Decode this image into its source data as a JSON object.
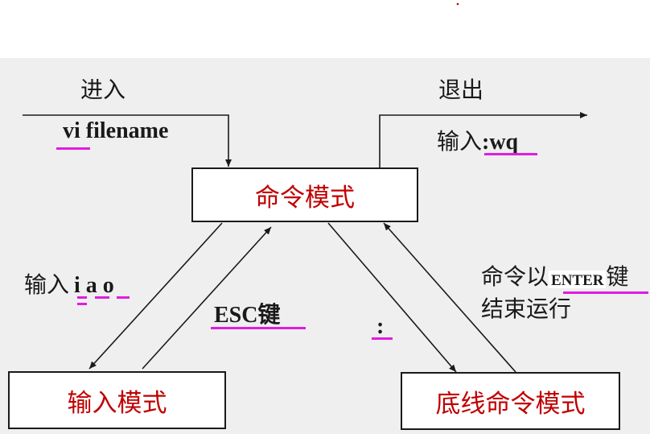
{
  "nodes": {
    "command_mode": "命令模式",
    "insert_mode": "输入模式",
    "lastline_mode": "底线命令模式"
  },
  "labels": {
    "enter": "进入",
    "open_cmd_vi": "vi",
    "open_cmd_file": " filename",
    "exit": "退出",
    "exit_cmd_prefix": "输入",
    "exit_cmd": ":wq",
    "insert_keys_prefix": "输入",
    "insert_keys": "i a o",
    "esc_key": "ESC键",
    "colon_key": ":",
    "finish_line1_prefix": "命令以",
    "finish_line1_key": "ENTER",
    "finish_line1_suffix": "键",
    "finish_line2": "结束运行"
  },
  "colors": {
    "panel": "#efefef",
    "node_text": "#c00000",
    "highlight": "#e01ce0",
    "line": "#1a1a1a"
  }
}
